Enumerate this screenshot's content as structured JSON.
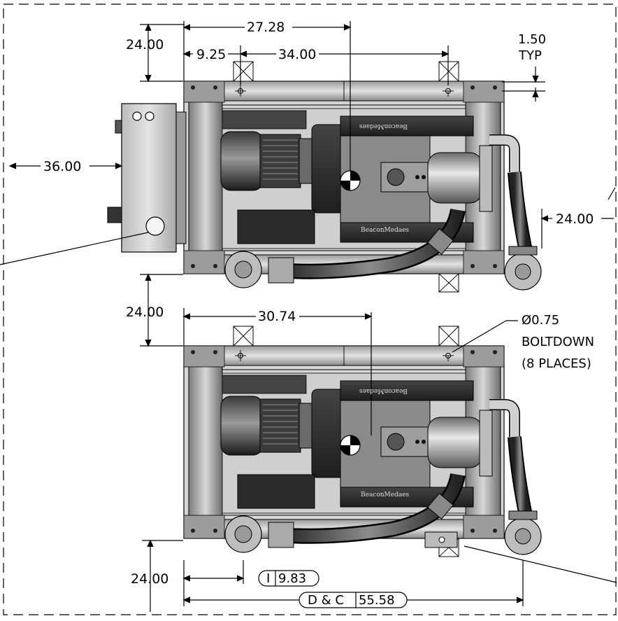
{
  "dimensions": {
    "top_clearance": "24.00",
    "cg_x_top": "27.28",
    "left_offset": "9.25",
    "bolt_spacing": "34.00",
    "typ_value": "1.50",
    "typ_label": "TYP",
    "left_clearance": "36.00",
    "right_clearance": "24.00",
    "middle_clearance": "24.00",
    "cg_x_bottom": "30.74",
    "bottom_clearance": "24.00"
  },
  "boltdown_note": {
    "line1": "Ø0.75",
    "line2": "BOLTDOWN",
    "line3": "(8 PLACES)"
  },
  "inlet_label": {
    "prefix": "I",
    "value": "9.83"
  },
  "discharge_label": {
    "prefix": "D & C",
    "value": "55.58"
  },
  "brand_text": "BeaconMedaes",
  "colors": {
    "frame": "#c9c9c9",
    "dark": "#2a2a2a",
    "mid": "#7a7a7a",
    "border": "#000000"
  }
}
